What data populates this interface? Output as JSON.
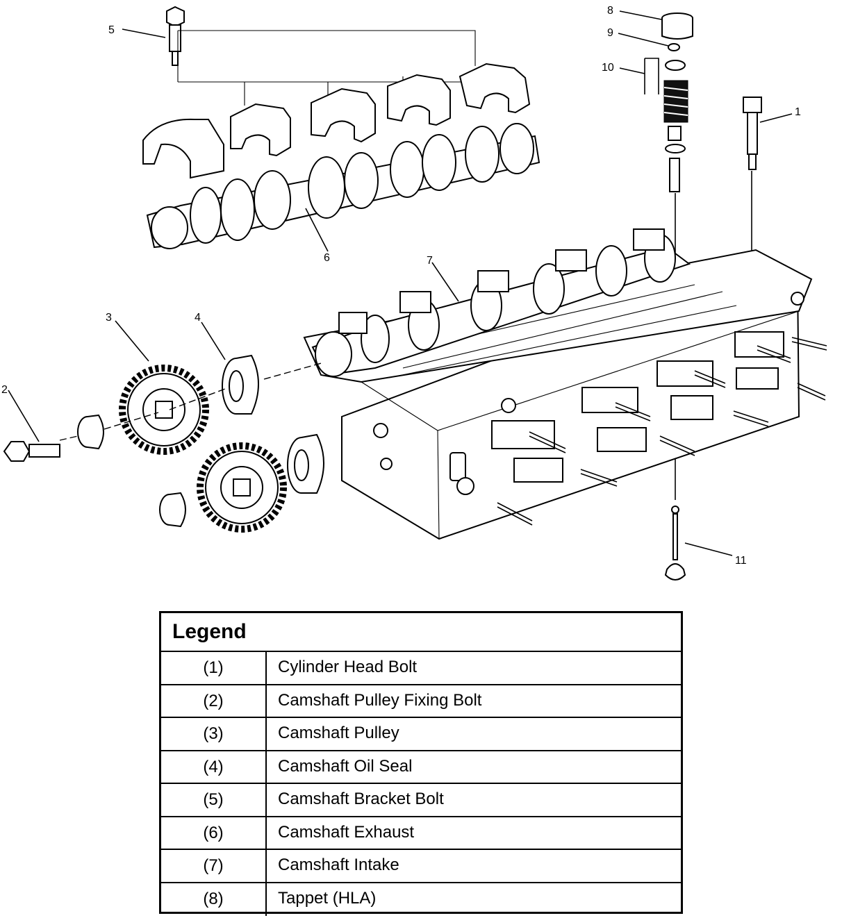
{
  "callouts": [
    "1",
    "2",
    "3",
    "4",
    "5",
    "6",
    "7",
    "8",
    "9",
    "10",
    "11"
  ],
  "legend": {
    "title": "Legend",
    "rows": [
      {
        "num": "(1)",
        "label": "Cylinder Head Bolt"
      },
      {
        "num": "(2)",
        "label": "Camshaft Pulley Fixing Bolt"
      },
      {
        "num": "(3)",
        "label": "Camshaft Pulley"
      },
      {
        "num": "(4)",
        "label": "Camshaft Oil Seal"
      },
      {
        "num": "(5)",
        "label": "Camshaft Bracket Bolt"
      },
      {
        "num": "(6)",
        "label": "Camshaft Exhaust"
      },
      {
        "num": "(7)",
        "label": "Camshaft Intake"
      },
      {
        "num": "(8)",
        "label": "Tappet (HLA)"
      }
    ]
  }
}
